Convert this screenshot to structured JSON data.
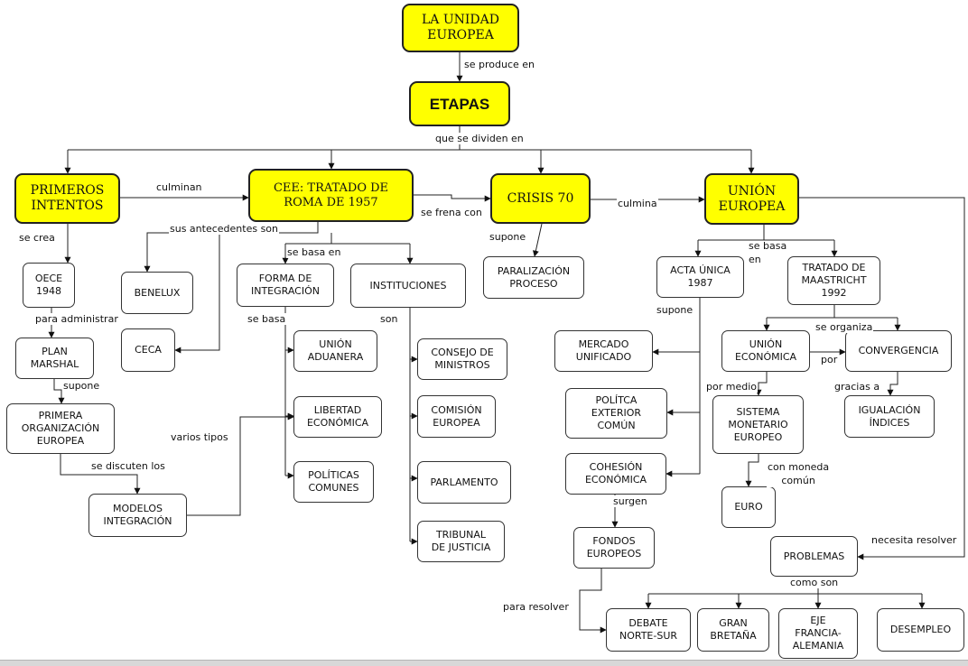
{
  "nodes": {
    "la_unidad_europea": "LA UNIDAD\nEUROPEA",
    "etapas": "ETAPAS",
    "primeros_intentos": "PRIMEROS\nINTENTOS",
    "cee_tratado_roma": "CEE: TRATADO DE\nROMA DE 1957",
    "crisis_70": "CRISIS 70",
    "union_europea": "UNIÓN\nEUROPEA",
    "oece": "OECE\n1948",
    "plan_marshal": "PLAN\nMARSHAL",
    "primera_organizacion": "PRIMERA\nORGANIZACIÓN\nEUROPEA",
    "modelos_integracion": "MODELOS\nINTEGRACIÓN",
    "benelux": "BENELUX",
    "ceca": "CECA",
    "forma_integracion": "FORMA DE\nINTEGRACIÓN",
    "instituciones": "INSTITUCIONES",
    "union_aduanera": "UNIÓN\nADUANERA",
    "libertad_economica": "LIBERTAD\nECONÓMICA",
    "politicas_comunes": "POLÍTICAS\nCOMUNES",
    "consejo_ministros": "CONSEJO DE\nMINISTROS",
    "comision_europea": "COMISIÓN\nEUROPEA",
    "parlamento": "PARLAMENTO",
    "tribunal_justicia": "TRIBUNAL\nDE JUSTICIA",
    "paralizacion_proceso": "PARALIZACIÓN\nPROCESO",
    "acta_unica": "ACTA ÚNICA\n1987",
    "tratado_maastricht": "TRATADO DE\nMAASTRICHT\n1992",
    "mercado_unificado": "MERCADO\nUNIFICADO",
    "politica_exterior": "POLÍTCA\nEXTERIOR\nCOMÚN",
    "cohesion_economica": "COHESIÓN\nECONÓMICA",
    "fondos_europeos": "FONDOS\nEUROPEOS",
    "union_economica": "UNIÓN\nECONÓMICA",
    "convergencia": "CONVERGENCIA",
    "sistema_monetario": "SISTEMA\nMONETARIO\nEUROPEO",
    "igualacion_indices": "IGUALACIÓN\nÍNDICES",
    "euro": "EURO",
    "problemas": "PROBLEMAS",
    "debate_norte_sur": "DEBATE\nNORTE-SUR",
    "gran_bretana": "GRAN\nBRETAÑA",
    "eje_francia_alemania": "EJE\nFRANCIA-\nALEMANIA",
    "desempleo": "DESEMPLEO"
  },
  "links": {
    "se_produce_en": "se produce en",
    "que_se_dividen_en": "que se dividen en",
    "culminan": "culminan",
    "se_frena_con": "se frena con",
    "culmina": "culmina",
    "se_crea": "se crea",
    "para_administrar": "para administrar",
    "supone_marshal": "supone",
    "se_discuten_los": "se discuten los",
    "sus_antecedentes_son": "sus antecedentes son",
    "se_basa_en_cee": "se basa en",
    "se_basa_forma": "se basa",
    "son": "son",
    "varios_tipos": "varios tipos",
    "supone_crisis": "supone",
    "se_basa_en_ue": "se basa\nen",
    "supone_acta": "supone",
    "surgen": "surgen",
    "para_resolver": "para resolver",
    "se_organiza": "se organiza",
    "por": "por",
    "por_medio": "por medio",
    "gracias_a": "gracias a",
    "con_moneda_comun": "con moneda\ncomún",
    "necesita_resolver": "necesita resolver",
    "como_son": "como son"
  }
}
